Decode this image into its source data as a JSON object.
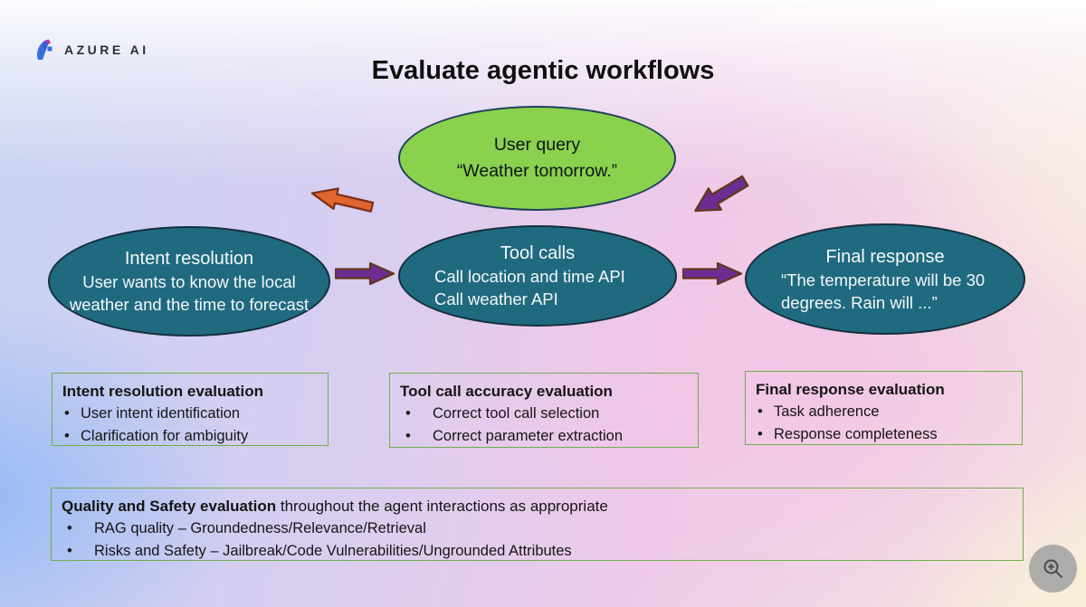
{
  "brand": {
    "name": "AZURE AI"
  },
  "title": "Evaluate agentic workflows",
  "flow": {
    "user_query": {
      "lines": [
        "User query",
        "“Weather tomorrow.”"
      ]
    },
    "nodes": [
      {
        "title": "Intent resolution",
        "lines": [
          "User wants to know the local",
          "weather and the time to forecast"
        ]
      },
      {
        "title": "Tool calls",
        "lines": [
          "Call location and time API",
          "Call weather API"
        ]
      },
      {
        "title": "Final response",
        "lines": [
          "“The temperature will be 30",
          "degrees. Rain will ...”"
        ]
      }
    ],
    "arrows": [
      "query-to-intent-orange",
      "intent-to-tool-purple",
      "tool-to-final-purple",
      "final-to-query-purple"
    ]
  },
  "eval_boxes": [
    {
      "title": "Intent resolution evaluation",
      "bullets": [
        "User intent identification",
        "Clarification for ambiguity"
      ]
    },
    {
      "title": "Tool call accuracy evaluation",
      "bullets": [
        "Correct tool call selection",
        "Correct parameter extraction"
      ]
    },
    {
      "title": "Final response evaluation",
      "bullets": [
        "Task adherence",
        "Response completeness"
      ]
    }
  ],
  "quality_box": {
    "title_bold": "Quality and Safety evaluation",
    "title_rest": " throughout the agent interactions as appropriate",
    "bullets": [
      "RAG quality – Groundedness/Relevance/Retrieval",
      "Risks and Safety –  Jailbreak/Code Vulnerabilities/Ungrounded Attributes"
    ]
  },
  "bullet_char": "•",
  "icons": {
    "logo_icon": "azure-ai-logo-icon",
    "zoom_button_icon": "zoom-in-icon"
  },
  "colors": {
    "ellipse_green_fill": "#8ad14e",
    "ellipse_teal_fill": "#206a80",
    "ellipse_border": "#142f3c",
    "arrow_orange": "#e0662f",
    "arrow_purple": "#6b2d92",
    "arrow_outline": "#6b3a1d",
    "eval_box_border": "#6fad4b",
    "zoom_button_bg": "#aeacab",
    "text_dark": "#151515",
    "text_light": "#f4f8f8"
  }
}
